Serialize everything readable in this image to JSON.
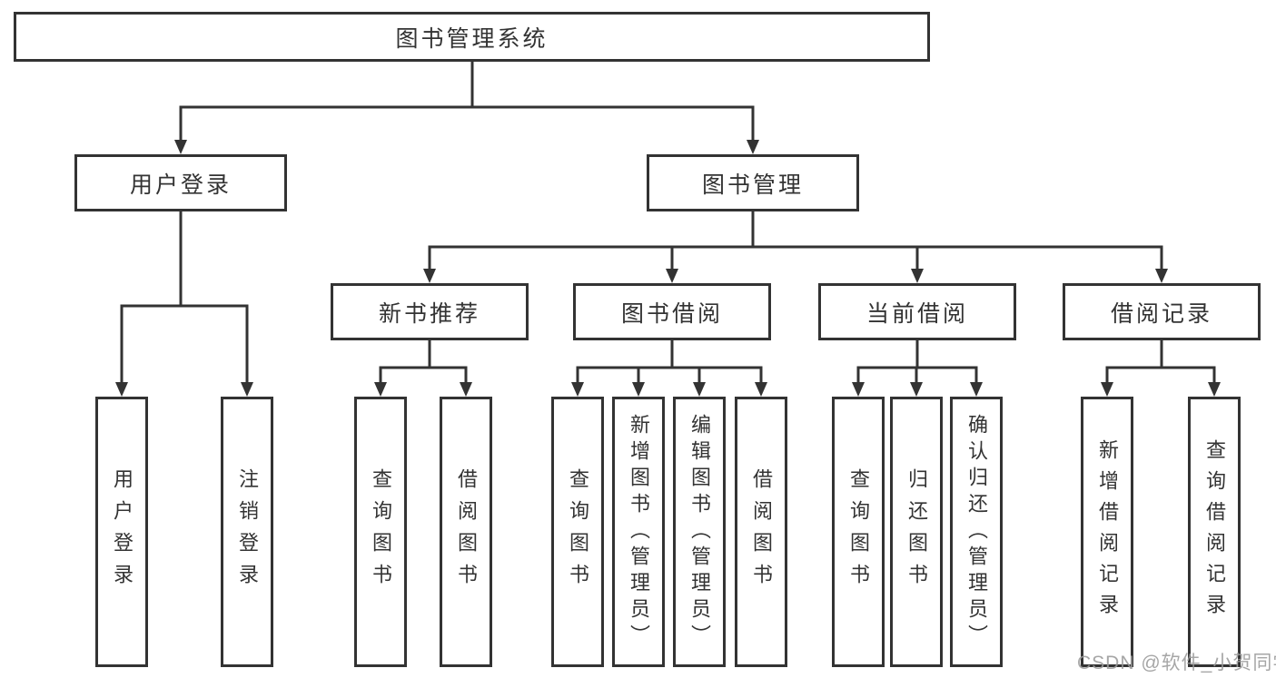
{
  "diagram": {
    "root": {
      "label": "图书管理系统"
    },
    "level2": [
      {
        "label": "用户登录"
      },
      {
        "label": "图书管理"
      }
    ],
    "level3": [
      {
        "label": "新书推荐"
      },
      {
        "label": "图书借阅"
      },
      {
        "label": "当前借阅"
      },
      {
        "label": "借阅记录"
      }
    ],
    "children": {
      "user_login": [
        "用户登录",
        "注销登录"
      ],
      "new_book_recommend": [
        "查询图书",
        "借阅图书"
      ],
      "book_borrow": [
        "查询图书",
        "新增图书（管理员）",
        "编辑图书（管理员）",
        "借阅图书"
      ],
      "current_borrow": [
        "查询图书",
        "归还图书",
        "确认归还（管理员）"
      ],
      "borrow_records": [
        "新增借阅记录",
        "查询借阅记录"
      ]
    },
    "line_color": "#333333",
    "watermark": "CSDN @软件_小贺同学"
  }
}
